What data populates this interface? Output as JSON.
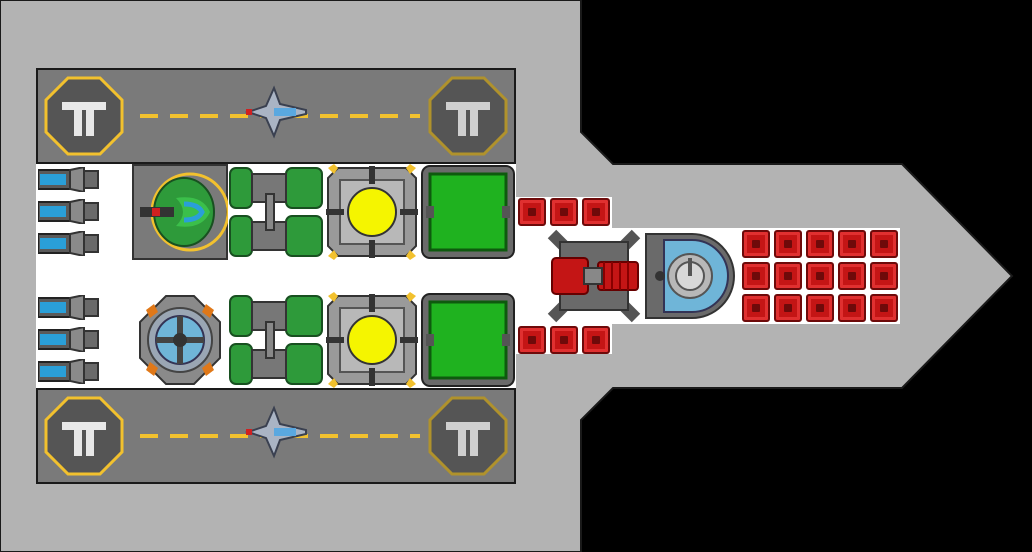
{
  "scene": {
    "type": "spaceship-top-view",
    "colors": {
      "background": "#000000",
      "hull": "#b3b3b3",
      "deck": "#ffffff",
      "hangar": "#7a7a7a",
      "pad_ring": "#f2c12e",
      "runway": "#f2c12e",
      "power_core": "#f5f500",
      "storage": "#1fb21f",
      "ammo": "#c41515",
      "thruster_glow": "#2a9fd8"
    },
    "hangars": [
      {
        "pad_icon": "launch-pad-icon",
        "fighter_icon": "fighter-icon"
      },
      {
        "pad_icon": "launch-pad-icon",
        "fighter_icon": "fighter-icon"
      }
    ],
    "thruster_count_per_side": 3,
    "modules": {
      "top_row": [
        "green-turret-icon",
        "fuel-tank-icon",
        "power-core-icon",
        "storage-module-icon"
      ],
      "bottom_row": [
        "shield-generator-icon",
        "fuel-tank-icon",
        "power-core-icon",
        "storage-module-icon"
      ],
      "center": [
        "heavy-cannon-icon",
        "radar-dome-icon"
      ]
    },
    "ammo_grid": {
      "rows": 3,
      "cols": 5
    },
    "ammo_small_stacks": [
      {
        "count": 3
      },
      {
        "count": 3
      }
    ]
  }
}
